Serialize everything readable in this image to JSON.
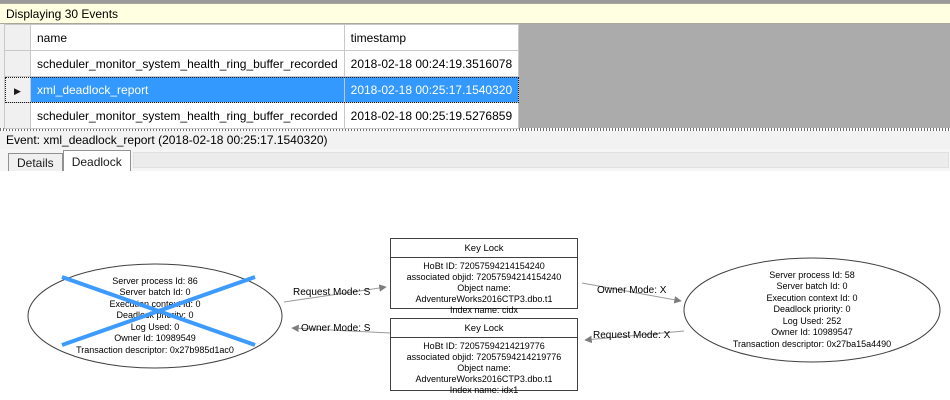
{
  "info_bar": {
    "title": "Displaying 30 Events"
  },
  "table": {
    "columns": {
      "name": "name",
      "timestamp": "timestamp"
    },
    "selected_row_marker": "▶",
    "rows": [
      {
        "name": "scheduler_monitor_system_health_ring_buffer_recorded",
        "timestamp": "2018-02-18 00:24:19.3516078",
        "selected": false
      },
      {
        "name": "xml_deadlock_report",
        "timestamp": "2018-02-18 00:25:17.1540320",
        "selected": true
      },
      {
        "name": "scheduler_monitor_system_health_ring_buffer_recorded",
        "timestamp": "2018-02-18 00:25:19.5276859",
        "selected": false
      }
    ]
  },
  "event_bar": {
    "label": "Event: xml_deadlock_report (2018-02-18 00:25:17.1540320)"
  },
  "tabs": [
    {
      "label": "Details",
      "active": false
    },
    {
      "label": "Deadlock",
      "active": true
    }
  ],
  "deadlock_graph": {
    "process_left": {
      "victim": true,
      "lines": [
        "Server process Id: 86",
        "Server batch Id: 0",
        "Execution context Id: 0",
        "Deadlock priority: 0",
        "Log Used: 0",
        "Owner Id: 10989549",
        "Transaction descriptor: 0x27b985d1ac0"
      ]
    },
    "process_right": {
      "victim": false,
      "lines": [
        "Server process Id: 58",
        "Server batch Id: 0",
        "Execution context Id: 0",
        "Deadlock priority: 0",
        "Log Used: 252",
        "Owner Id: 10989547",
        "Transaction descriptor: 0x27ba15a4490"
      ]
    },
    "lock_top": {
      "title": "Key Lock",
      "lines": [
        "HoBt ID: 72057594214154240",
        "associated objid: 72057594214154240",
        "Object name: AdventureWorks2016CTP3.dbo.t1",
        "Index name: cidx"
      ]
    },
    "lock_bottom": {
      "title": "Key Lock",
      "lines": [
        "HoBt ID: 72057594214219776",
        "associated objid: 72057594214219776",
        "Object name: AdventureWorks2016CTP3.dbo.t1",
        "Index name: idx1"
      ]
    },
    "edges": [
      {
        "label": "Request Mode: S",
        "from": "process_left",
        "to": "lock_top"
      },
      {
        "label": "Owner Mode: S",
        "from": "lock_bottom",
        "to": "process_left"
      },
      {
        "label": "Owner Mode: X",
        "from": "lock_top",
        "to": "process_right"
      },
      {
        "label": "Request Mode: X",
        "from": "process_right",
        "to": "lock_bottom"
      }
    ]
  },
  "colors": {
    "selection_blue": "#3399ff",
    "victim_cross_blue": "#3d9bff",
    "info_bar_yellow": "#ffffe1",
    "grid_empty_gray": "#ababab"
  }
}
